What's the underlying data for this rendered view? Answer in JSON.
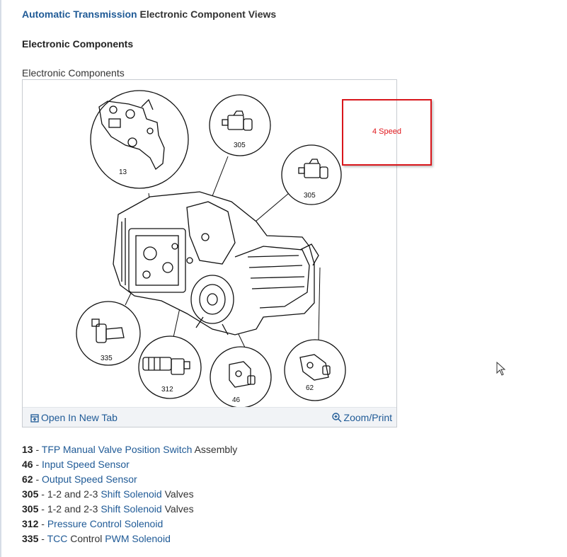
{
  "header": {
    "title_link": "Automatic Transmission",
    "title_rest": " Electronic Component Views"
  },
  "section_title": "Electronic Components",
  "figure": {
    "caption": "Electronic Components",
    "callouts": {
      "c13": "13",
      "c305a": "305",
      "c305b": "305",
      "c335": "335",
      "c312": "312",
      "c46": "46",
      "c62": "62"
    },
    "toolbar": {
      "open_label": "Open In New Tab",
      "zoom_label": "Zoom/Print"
    }
  },
  "annotation": {
    "text": "4 Speed",
    "color": "#e0161b"
  },
  "legend": [
    {
      "num": "13",
      "parts": [
        {
          "t": "TFP Manual Valve Position Switch",
          "link": true
        },
        {
          "t": " Assembly",
          "link": false
        }
      ]
    },
    {
      "num": "46",
      "parts": [
        {
          "t": "Input Speed Sensor",
          "link": true
        }
      ]
    },
    {
      "num": "62",
      "parts": [
        {
          "t": "Output Speed Sensor",
          "link": true
        }
      ]
    },
    {
      "num": "305",
      "parts": [
        {
          "t": "1-2 and 2-3 ",
          "link": false
        },
        {
          "t": "Shift Solenoid",
          "link": true
        },
        {
          "t": " Valves",
          "link": false
        }
      ]
    },
    {
      "num": "305",
      "parts": [
        {
          "t": "1-2 and 2-3 ",
          "link": false
        },
        {
          "t": "Shift Solenoid",
          "link": true
        },
        {
          "t": " Valves",
          "link": false
        }
      ]
    },
    {
      "num": "312",
      "parts": [
        {
          "t": "Pressure Control Solenoid",
          "link": true
        }
      ]
    },
    {
      "num": "335",
      "parts": [
        {
          "t": "TCC",
          "link": true
        },
        {
          "t": " Control ",
          "link": false
        },
        {
          "t": "PWM Solenoid",
          "link": true
        }
      ]
    }
  ],
  "colors": {
    "link": "#1f5a96",
    "annotation_border": "#d9161b"
  },
  "icons": {
    "open": "open-in-new-tab-icon",
    "zoom": "zoom-icon",
    "cursor": "mouse-pointer-icon"
  }
}
